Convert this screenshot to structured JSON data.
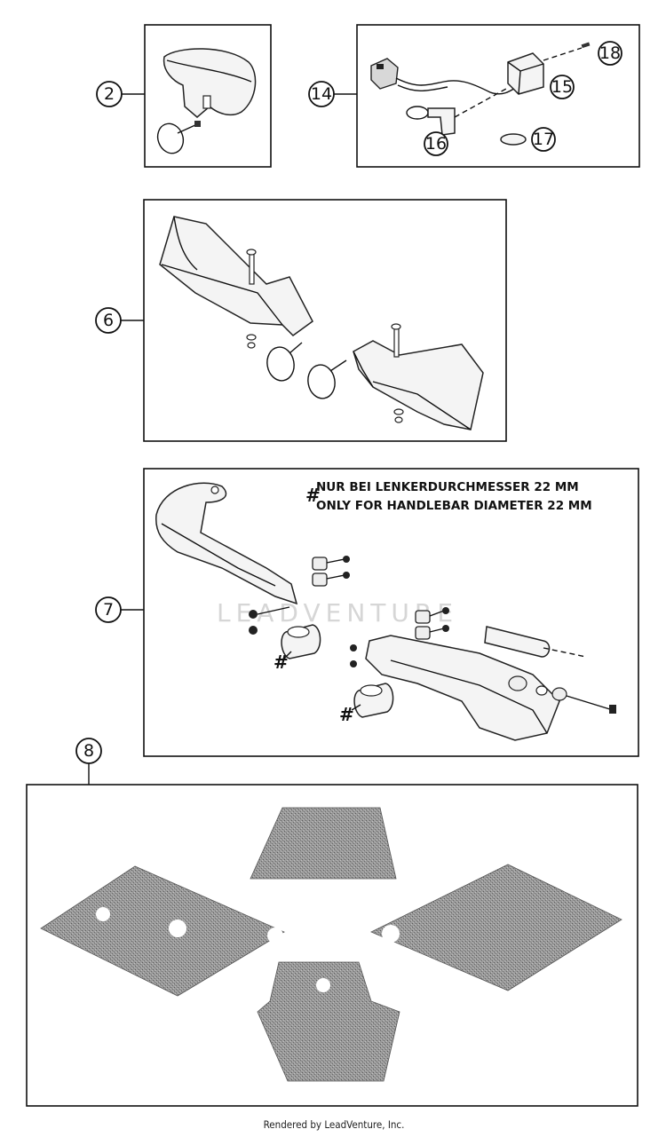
{
  "callouts": {
    "c2": "2",
    "c14": "14",
    "c15": "15",
    "c16": "16",
    "c17": "17",
    "c18": "18",
    "c6": "6",
    "c7": "7",
    "c8": "8"
  },
  "note": {
    "symbol": "#",
    "line1": "NUR BEI LENKERDURCHMESSER 22 MM",
    "line2": "ONLY FOR HANDLEBAR DIAMETER 22 MM"
  },
  "hash_marks": [
    "#",
    "#"
  ],
  "watermark": "LEADVENTURE",
  "footer": "Rendered by LeadVenture, Inc."
}
